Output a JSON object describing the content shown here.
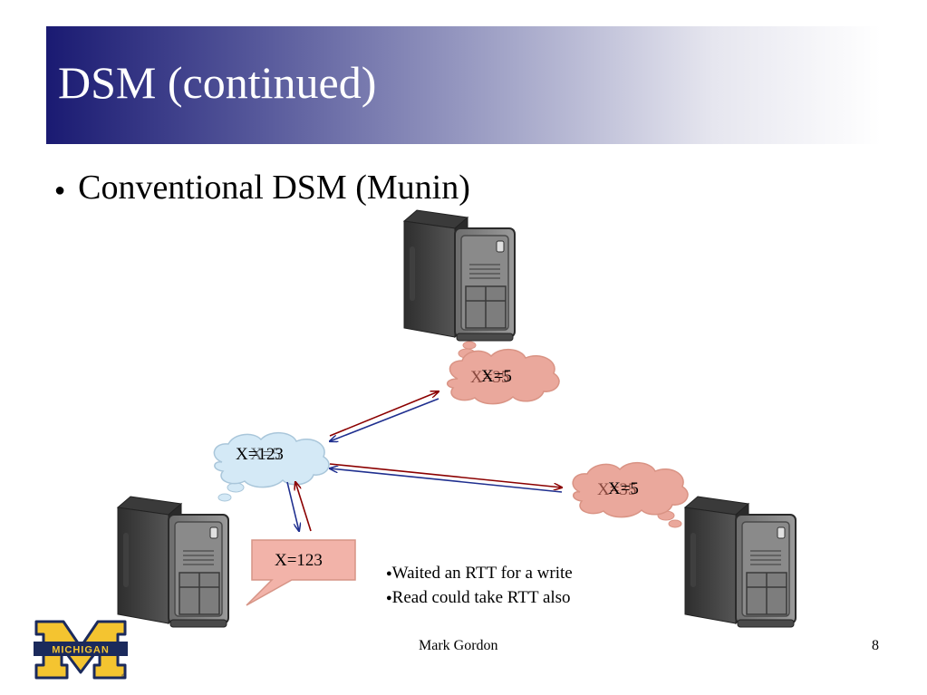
{
  "slide": {
    "title": "DSM (continued)",
    "bullet": "Conventional DSM (Munin)",
    "notes": [
      "Waited an RTT for a write",
      "Read could take RTT also"
    ],
    "footer": "Mark Gordon",
    "page_number": "8"
  },
  "diagram": {
    "top_cloud": {
      "old": "X=5",
      "new": "X=35"
    },
    "left_cloud": {
      "old": "X=5",
      "new": "X=123"
    },
    "right_cloud": {
      "old": "X=5",
      "new": "X=35"
    },
    "speech_bubble": "X=123"
  },
  "logo": {
    "text": "MICHIGAN",
    "mark": "®"
  },
  "colors": {
    "title_dark": "#1a1a72",
    "cloud_red": "#eaa89c",
    "cloud_blue": "#d4e9f6",
    "bubble": "#f2b3a9",
    "arrow_red": "#8b0000",
    "arrow_blue": "#1f2f8f",
    "maize": "#f4c430",
    "michigan_blue": "#1b2a5c"
  }
}
